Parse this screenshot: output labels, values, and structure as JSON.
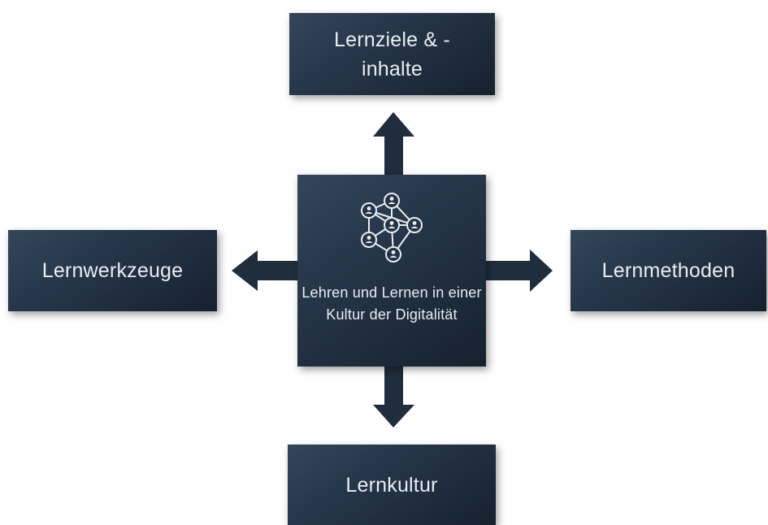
{
  "diagram": {
    "center": {
      "label": "Lehren und Lernen in einer Kultur der Digitalität",
      "icon": "people-network-icon"
    },
    "top": {
      "label": "Lernziele & - inhalte"
    },
    "left": {
      "label": "Lernwerkzeuge"
    },
    "right": {
      "label": "Lernmethoden"
    },
    "bottom": {
      "label": "Lernkultur"
    },
    "colors": {
      "box_fill": "#243447",
      "box_text": "#e9edf2",
      "arrow": "#1f2d3d",
      "background": "#ffffff"
    }
  }
}
